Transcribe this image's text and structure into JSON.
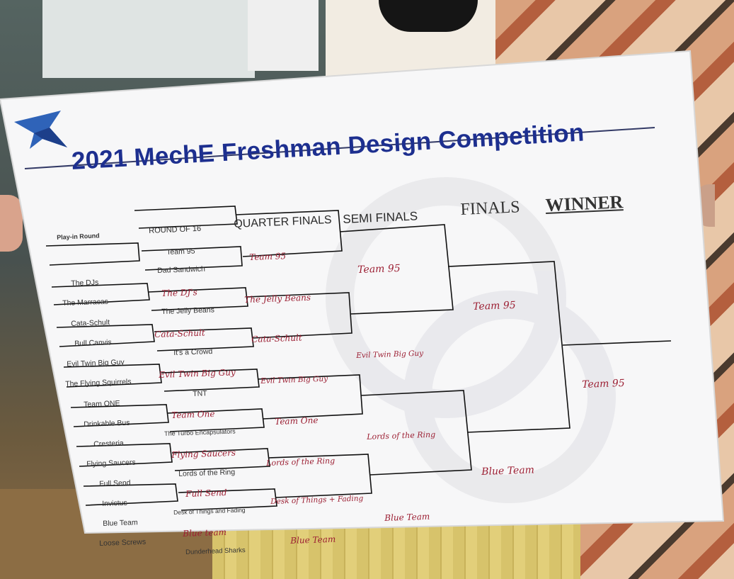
{
  "title": "2021 MechE Freshman Design Competition",
  "rounds": {
    "play_in": "Play-in Round",
    "r16": "ROUND OF 16",
    "qf": "QUARTER FINALS",
    "sf": "SEMI FINALS",
    "finals": "FINALS",
    "winner": "WINNER"
  },
  "play_in_teams": [
    "The DJs",
    "The Marracas",
    "Cata-Schult",
    "Bull Canvis",
    "Evil Twin Big Guy",
    "The Flying Squirrels",
    "Team ONE",
    "Drinkable Bus",
    "Cresteria",
    "Flying Saucers",
    "Full Send",
    "Invictus",
    "Blue Team",
    "Loose Screws"
  ],
  "round16_teams": [
    "Team 95",
    "Dad Sandwich",
    "The DJ's",
    "The Jelly Beans",
    "Cata-Schult",
    "It's a Crowd",
    "Evil Twin Big Guy",
    "TNT",
    "Team One",
    "The Turbo Encapsulators",
    "Flying Saucers",
    "Lords of the Ring",
    "Full Send",
    "Desk of Things and Fading",
    "Blue team",
    "Dunderhead Sharks"
  ],
  "quarter_final_teams": [
    "Team 95",
    "The Jelly Beans",
    "Cata-Schult",
    "Evil Twin Big Guy",
    "Team One",
    "Lords of the Ring",
    "Desk of Things + Fading",
    "Blue Team"
  ],
  "semi_final_teams": [
    "Team 95",
    "Evil Twin Big Guy",
    "Lords of the Ring",
    "Blue Team"
  ],
  "final_teams": [
    "Team 95",
    "Blue Team"
  ],
  "winner_team": "Team 95"
}
